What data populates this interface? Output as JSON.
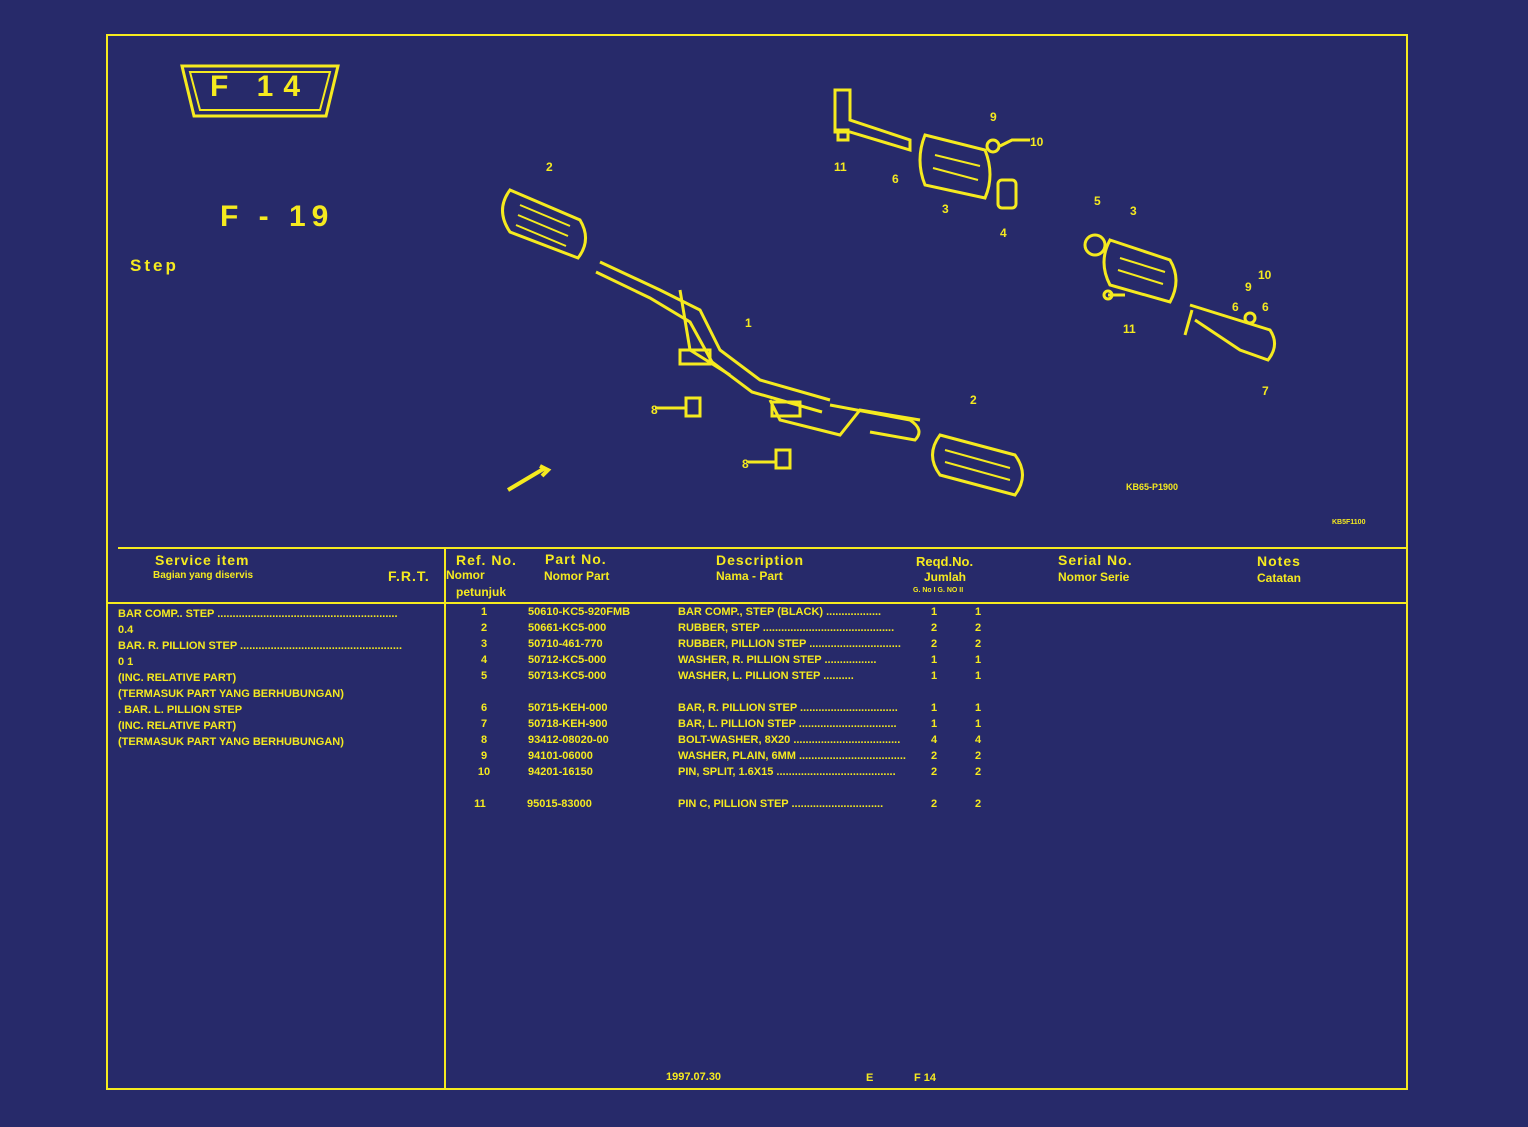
{
  "page": {
    "badge": "F 14",
    "figure_code": "F - 19",
    "title": "Step",
    "diagram_code": "KB65-P1900",
    "diagram_code_small": "KB5F1100"
  },
  "callouts": [
    "1",
    "2",
    "2",
    "3",
    "3",
    "4",
    "5",
    "6",
    "6",
    "6",
    "7",
    "8",
    "8",
    "9",
    "9",
    "10",
    "10",
    "11",
    "11"
  ],
  "header": {
    "service_item": "Service      item",
    "service_item_sub": "Bagian yang diservis",
    "frt": "F.R.T.",
    "ref_no": "Ref. No.",
    "ref_no_sub1": "Nomor",
    "ref_no_sub2": "petunjuk",
    "part_no": "Part  No.",
    "part_no_sub": "Nomor Part",
    "description": "Description",
    "description_sub": "Nama  -  Part",
    "reqd": "Reqd.No.",
    "reqd_sub": "Jumlah",
    "reqd_cols": "G. No I  G. NO II",
    "serial": "Serial  No.",
    "serial_sub": "Nomor  Serie",
    "notes": "Notes",
    "notes_sub": "Catatan"
  },
  "service_items": [
    "BAR  COMP..  STEP ...........................................................",
    "0.4",
    "BAR.  R.  PILLION   STEP .....................................................",
    "0 1",
    "(INC.  RELATIVE  PART)",
    "(TERMASUK PART YANG BERHUBUNGAN)",
    ". BAR. L. PILLION STEP",
    "(INC. RELATIVE PART)",
    "(TERMASUK PART YANG BERHUBUNGAN)"
  ],
  "parts": [
    {
      "ref": "1",
      "part": "50610-KC5-920FMB",
      "desc": "BAR COMP., STEP (BLACK) ..................",
      "q1": "1",
      "q2": "1"
    },
    {
      "ref": "2",
      "part": "50661-KC5-000",
      "desc": "RUBBER,  STEP ...........................................",
      "q1": "2",
      "q2": "2"
    },
    {
      "ref": "3",
      "part": "50710-461-770",
      "desc": "RUBBER,  PILLION  STEP ..............................",
      "q1": "2",
      "q2": "2"
    },
    {
      "ref": "4",
      "part": "50712-KC5-000",
      "desc": "WASHER, R. PILLION STEP .................",
      "q1": "1",
      "q2": "1"
    },
    {
      "ref": "5",
      "part": "50713-KC5-000",
      "desc": "WASHER, L. PILLION STEP ..........",
      "q1": "1",
      "q2": "1"
    },
    {
      "ref": "6",
      "part": "50715-KEH-000",
      "desc": "BAR,  R.  PILLION  STEP ................................",
      "q1": "1",
      "q2": "1"
    },
    {
      "ref": "7",
      "part": "50718-KEH-900",
      "desc": "BAR,  L.  PILLION  STEP ................................",
      "q1": "1",
      "q2": "1"
    },
    {
      "ref": "8",
      "part": "93412-08020-00",
      "desc": "BOLT-WASHER,  8X20 ...................................",
      "q1": "4",
      "q2": "4"
    },
    {
      "ref": "9",
      "part": "94101-06000",
      "desc": "WASHER,  PLAIN,  6MM ...................................",
      "q1": "2",
      "q2": "2"
    },
    {
      "ref": "10",
      "part": "94201-16150",
      "desc": "PIN,   SPLIT,   1.6X15 .......................................",
      "q1": "2",
      "q2": "2"
    },
    {
      "ref": "11",
      "part": "95015-83000",
      "desc": "PIN  C,  PILLION  STEP ..............................",
      "q1": "2",
      "q2": "2"
    }
  ],
  "footer": {
    "date": "1997.07.30",
    "edition": "E",
    "page_code": "F 14"
  },
  "colors": {
    "background": "#272a6a",
    "ink": "#f5ea1f"
  }
}
